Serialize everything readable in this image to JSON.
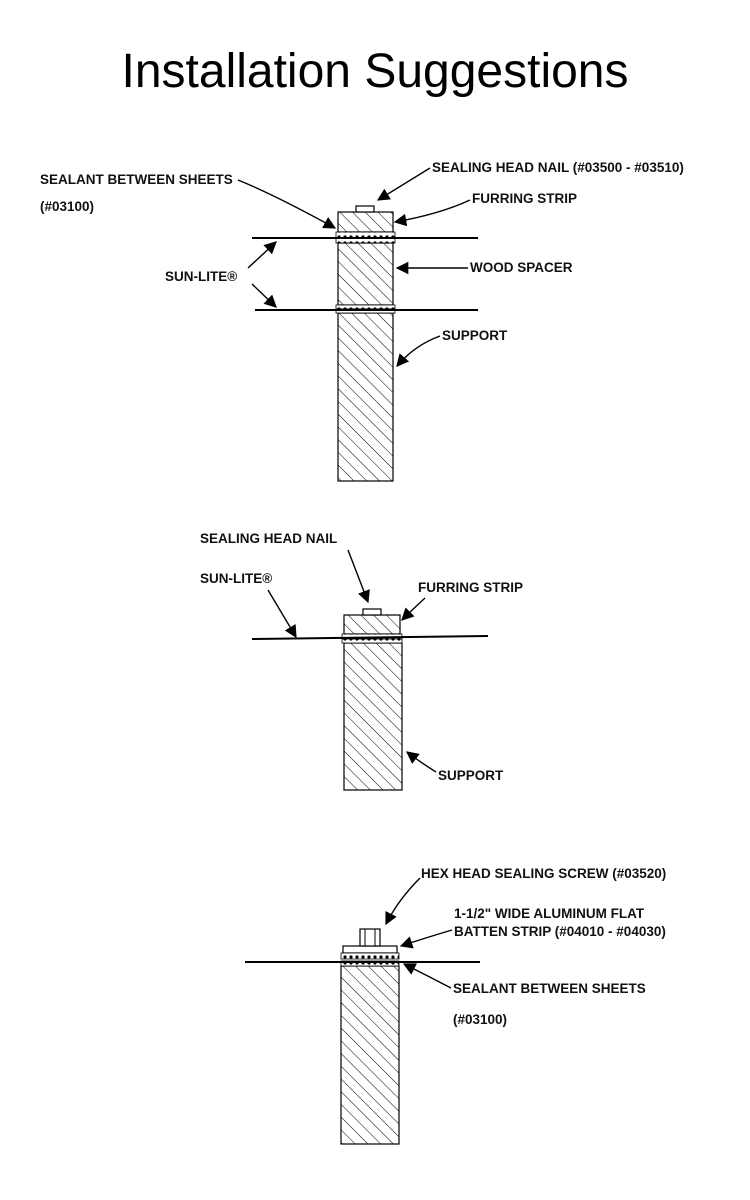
{
  "title": "Installation Suggestions",
  "diagram1": {
    "sealant_between_sheets": "SEALANT BETWEEN SHEETS",
    "sealant_part": "(#03100)",
    "sealing_head_nail": "SEALING HEAD NAIL (#03500 - #03510)",
    "furring_strip": "FURRING STRIP",
    "sun_lite": "SUN-LITE®",
    "wood_spacer": "WOOD SPACER",
    "support": "SUPPORT"
  },
  "diagram2": {
    "sealing_head_nail": "SEALING HEAD NAIL",
    "sun_lite": "SUN-LITE®",
    "furring_strip": "FURRING STRIP",
    "support": "SUPPORT"
  },
  "diagram3": {
    "hex_head_screw": "HEX HEAD SEALING SCREW (#03520)",
    "batten_line1": "1-1/2\" WIDE ALUMINUM FLAT",
    "batten_line2": "BATTEN STRIP (#04010 - #04030)",
    "sealant_between_sheets": "SEALANT BETWEEN SHEETS",
    "sealant_part": "(#03100)"
  }
}
